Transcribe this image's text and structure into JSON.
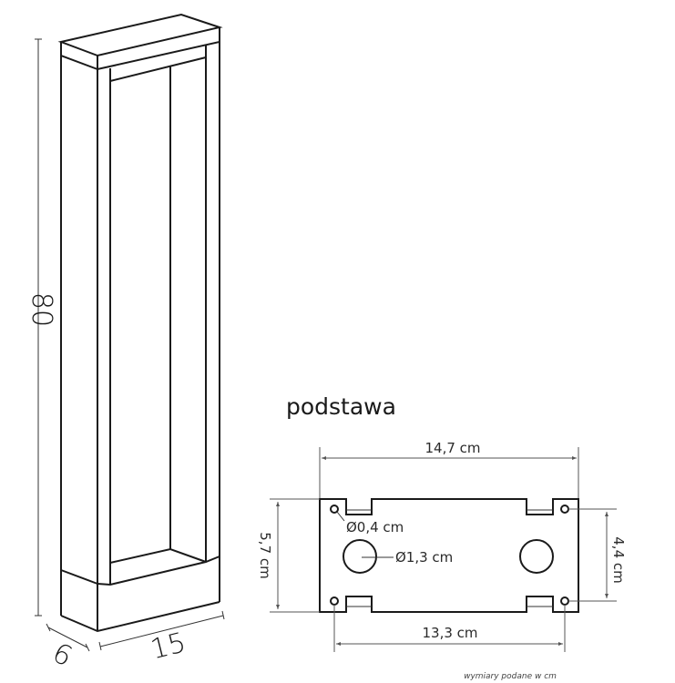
{
  "lamp": {
    "height_label": "80",
    "depth_label": "6",
    "width_label": "15"
  },
  "base": {
    "title": "podstawa",
    "width_top_label": "14,7 cm",
    "width_bottom_label": "13,3 cm",
    "height_left_label": "5,7 cm",
    "height_right_label": "4,4 cm",
    "small_hole_label": "Ø0,4 cm",
    "large_hole_label": "Ø1,3 cm"
  },
  "footnote": "wymiary podane w cm",
  "colors": {
    "line": "#1a1a1a",
    "dimension_line": "#555555",
    "background": "#ffffff"
  }
}
